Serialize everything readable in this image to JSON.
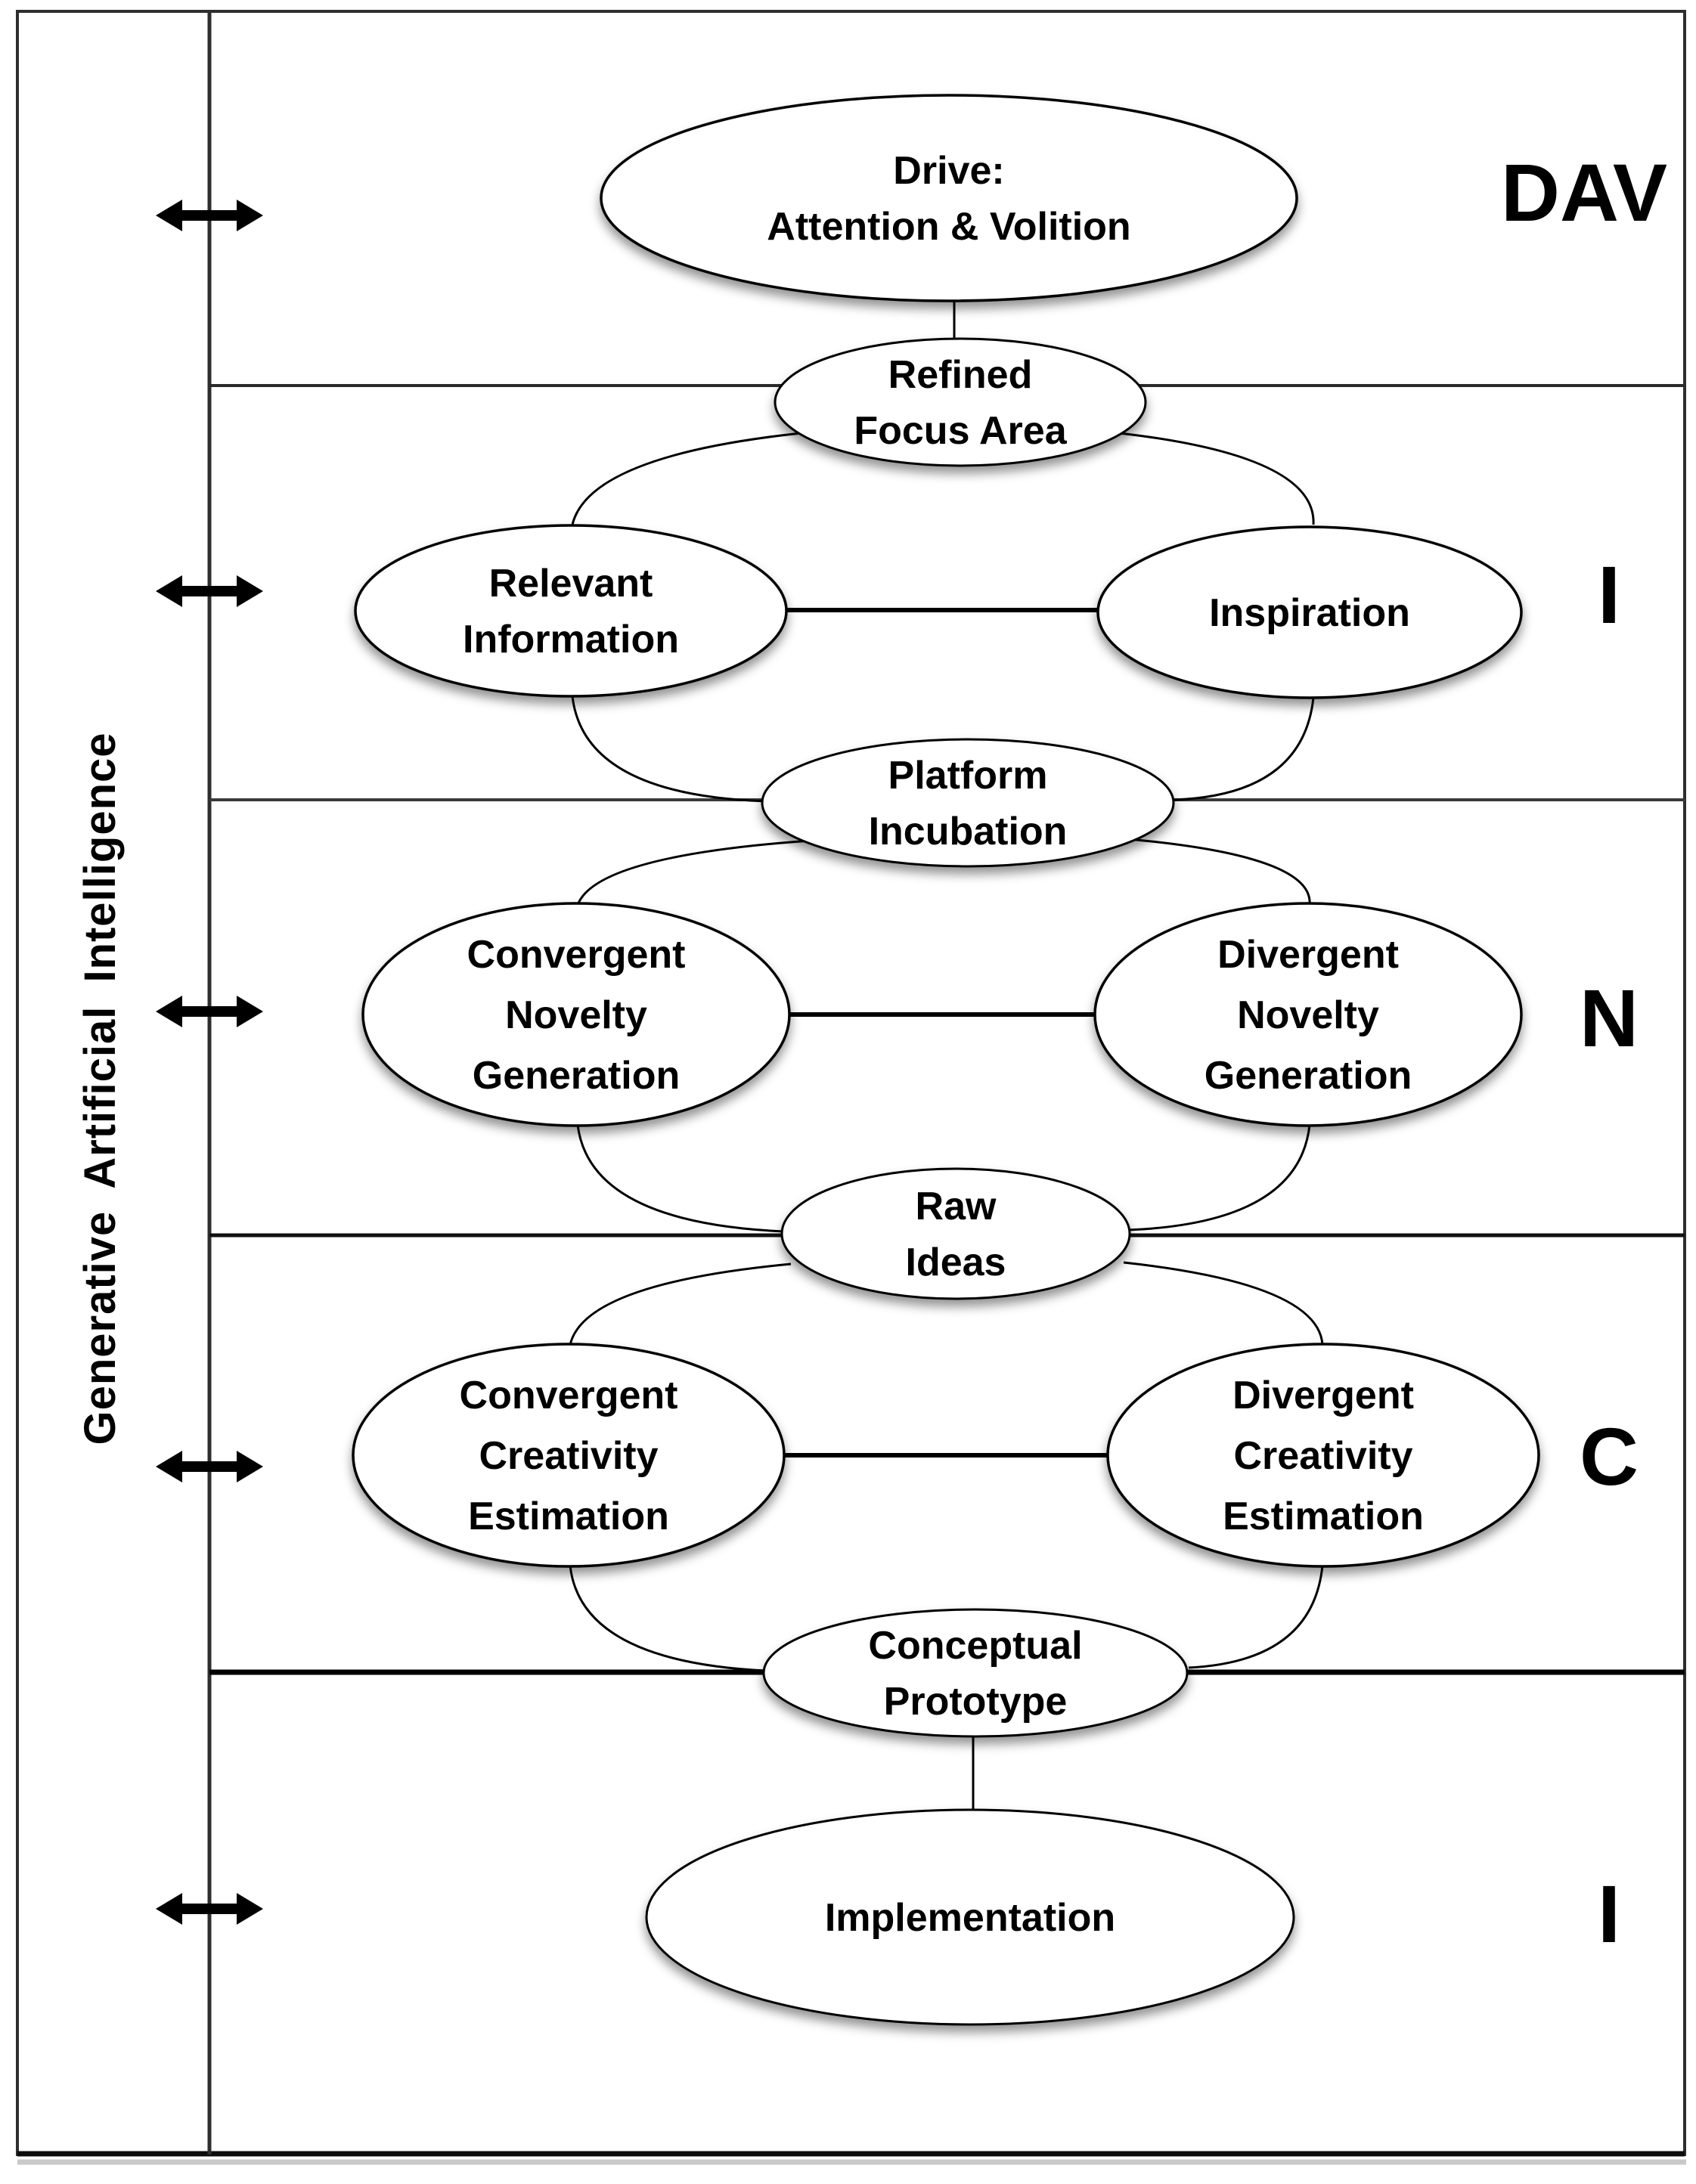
{
  "figure": {
    "sidebar_label": "Generative Artificial Intelligence",
    "stage_labels": {
      "band1": "DAV",
      "band2": "I",
      "band3": "N",
      "band4": "C",
      "band5": "I"
    },
    "nodes": {
      "drive": {
        "lines": [
          "Drive:",
          "Attention & Volition"
        ]
      },
      "refined_focus": {
        "lines": [
          "Refined",
          "Focus Area"
        ]
      },
      "relevant_information": {
        "lines": [
          "Relevant",
          "Information"
        ]
      },
      "inspiration": {
        "lines": [
          "Inspiration"
        ]
      },
      "platform_incubation": {
        "lines": [
          "Platform",
          "Incubation"
        ]
      },
      "convergent_novelty": {
        "lines": [
          "Convergent",
          "Novelty",
          "Generation"
        ]
      },
      "divergent_novelty": {
        "lines": [
          "Divergent",
          "Novelty",
          "Generation"
        ]
      },
      "raw_ideas": {
        "lines": [
          "Raw",
          "Ideas"
        ]
      },
      "convergent_creativity": {
        "lines": [
          "Convergent",
          "Creativity",
          "Estimation"
        ]
      },
      "divergent_creativity": {
        "lines": [
          "Divergent",
          "Creativity",
          "Estimation"
        ]
      },
      "conceptual_prototype": {
        "lines": [
          "Conceptual",
          "Prototype"
        ]
      },
      "implementation": {
        "lines": [
          "Implementation"
        ]
      }
    },
    "colors": {
      "ink": "#000000",
      "frame_line": "#2e2e2e",
      "node_fill": "#ffffff",
      "shadow": "#9a9a9a"
    }
  }
}
